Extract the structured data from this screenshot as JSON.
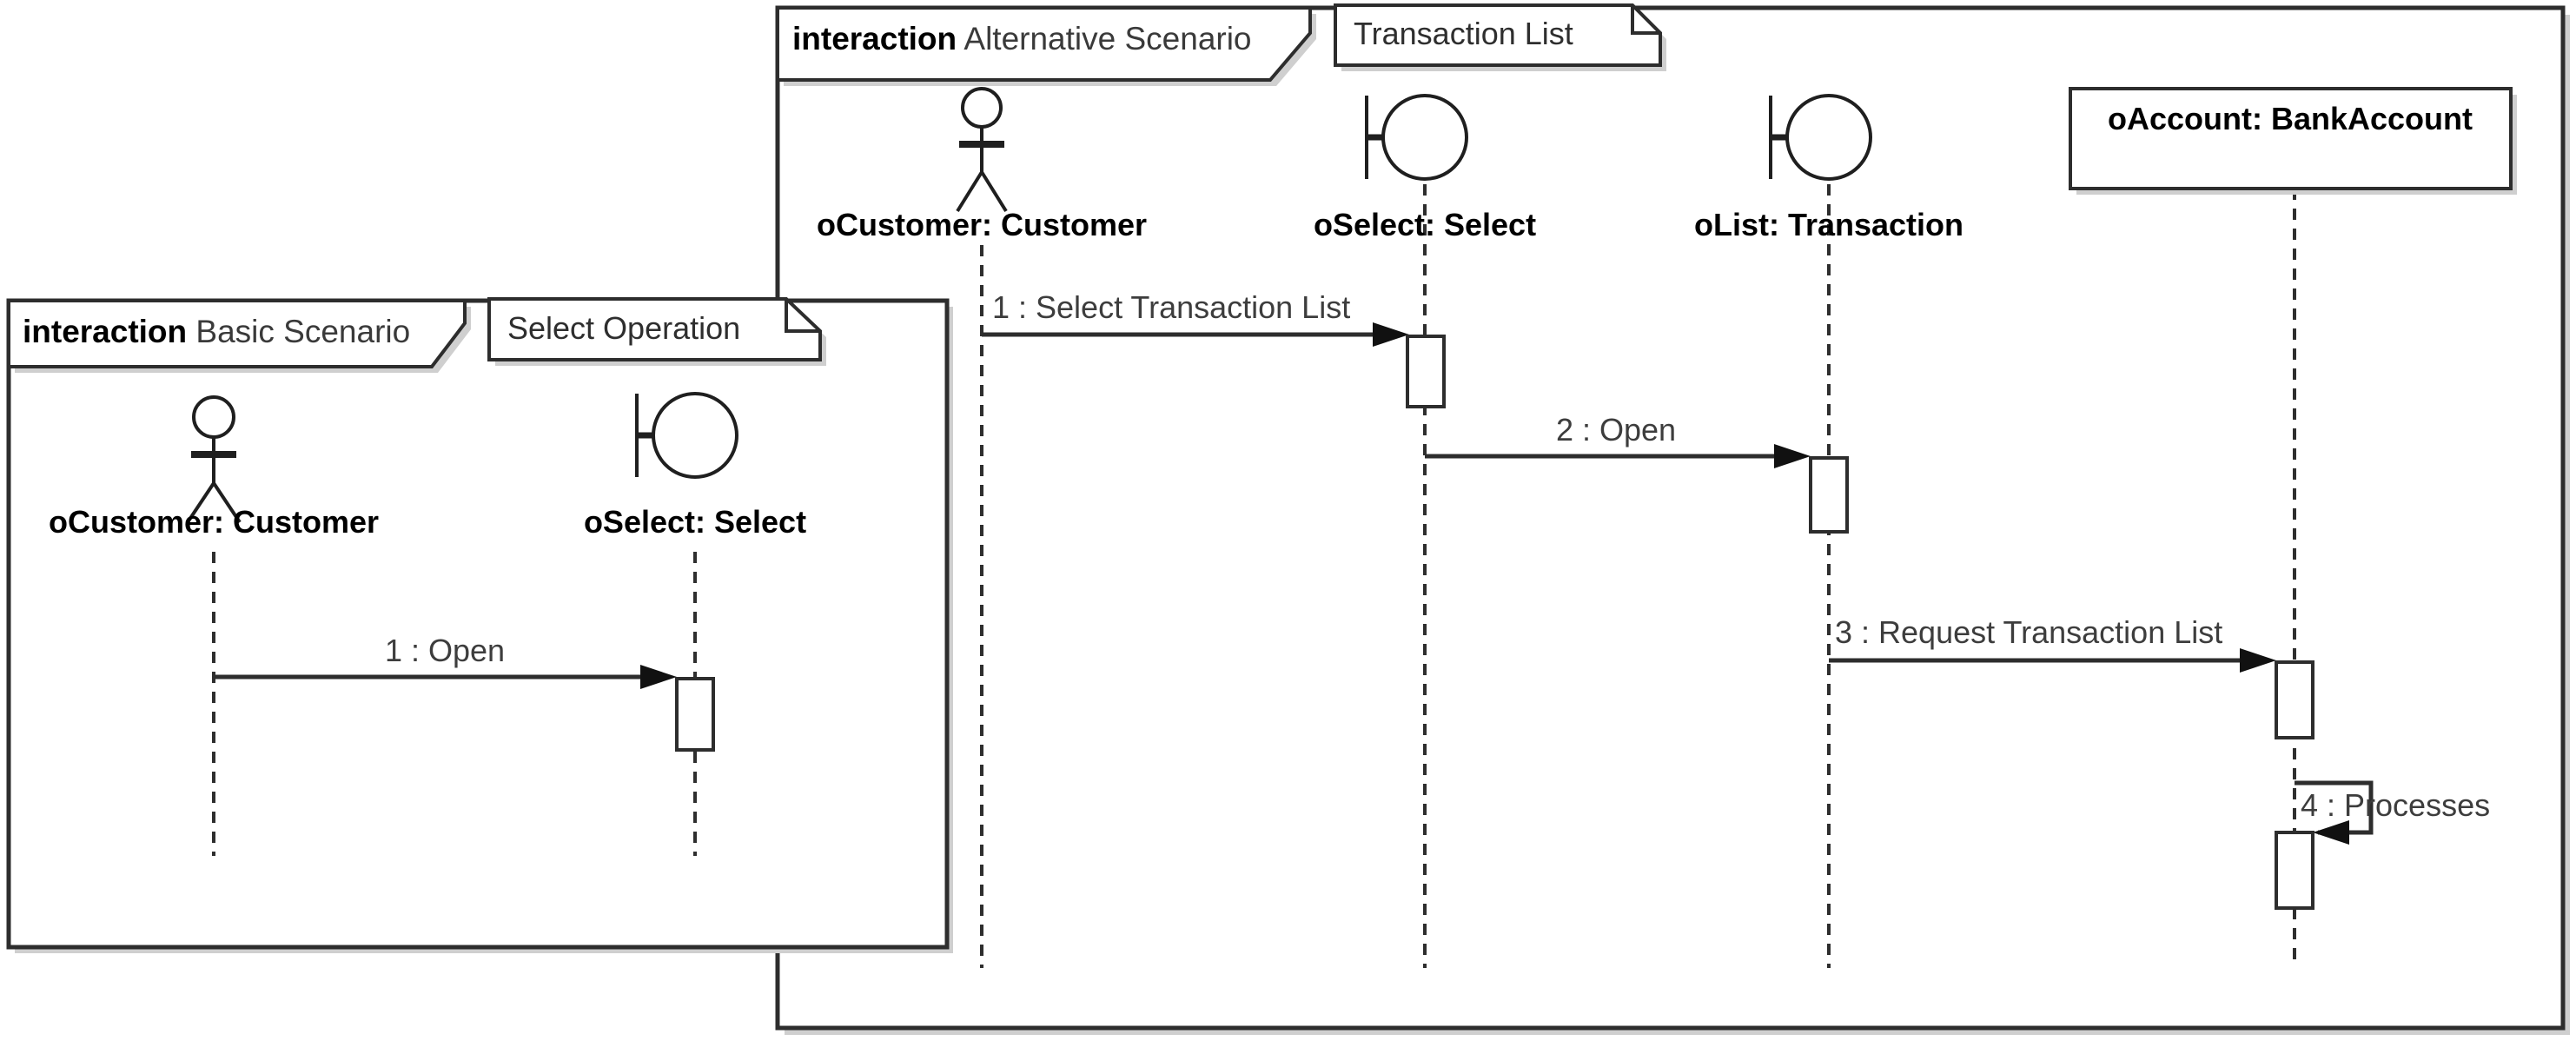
{
  "diagram": {
    "kind": "uml-sequence-diagram",
    "colors": {
      "line": "#2d2d2d",
      "icon_line": "#1f1f1f",
      "label_text": "#000000",
      "message_text": "#3d3d3d",
      "background": "#ffffff",
      "shadow": "#cfcfcf",
      "fill": "#ffffff"
    },
    "frames": [
      {
        "keyword": "interaction",
        "title": "Basic Scenario",
        "note": "Select Operation",
        "lifelines": [
          {
            "label": "oCustomer: Customer",
            "kind": "actor"
          },
          {
            "label": "oSelect: Select",
            "kind": "boundary"
          }
        ],
        "messages": [
          {
            "label": "1 : Open",
            "from": "oCustomer: Customer",
            "to": "oSelect: Select",
            "kind": "call"
          }
        ]
      },
      {
        "keyword": "interaction",
        "title": "Alternative Scenario",
        "note": "Transaction List",
        "lifelines": [
          {
            "label": "oCustomer: Customer",
            "kind": "actor"
          },
          {
            "label": "oSelect: Select",
            "kind": "boundary"
          },
          {
            "label": "oList: Transaction",
            "kind": "boundary"
          },
          {
            "label": "oAccount: BankAccount",
            "kind": "object"
          }
        ],
        "messages": [
          {
            "label": "1 : Select Transaction List",
            "from": "oCustomer: Customer",
            "to": "oSelect: Select",
            "kind": "call"
          },
          {
            "label": "2 : Open",
            "from": "oSelect: Select",
            "to": "oList: Transaction",
            "kind": "call"
          },
          {
            "label": "3 : Request Transaction List",
            "from": "oList: Transaction",
            "to": "oAccount: BankAccount",
            "kind": "call"
          },
          {
            "label": "4 : Processes",
            "from": "oAccount: BankAccount",
            "to": "oAccount: BankAccount",
            "kind": "self"
          }
        ]
      }
    ]
  }
}
